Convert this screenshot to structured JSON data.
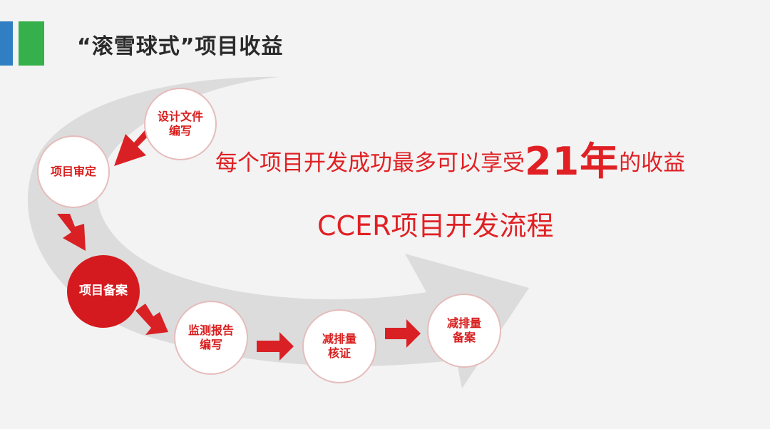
{
  "title": "“滚雪球式”项目收益",
  "headline": {
    "before": "每个项目开发成功最多可以享受",
    "emphasis": "21年",
    "after": "的收益"
  },
  "subhead": "CCER项目开发流程",
  "steps": [
    {
      "label": "设计文件\n编写",
      "style": "plain"
    },
    {
      "label": "项目审定",
      "style": "plain"
    },
    {
      "label": "项目备案",
      "style": "filled"
    },
    {
      "label": "监测报告\n编写",
      "style": "plain"
    },
    {
      "label": "减排量\n核证",
      "style": "plain"
    },
    {
      "label": "减排量\n备案",
      "style": "plain"
    }
  ],
  "colors": {
    "accent_red": "#d51a1f",
    "stripe_blue": "#2f7fc2",
    "stripe_green": "#35b04a",
    "swoosh_gray": "#dcdcdc"
  }
}
